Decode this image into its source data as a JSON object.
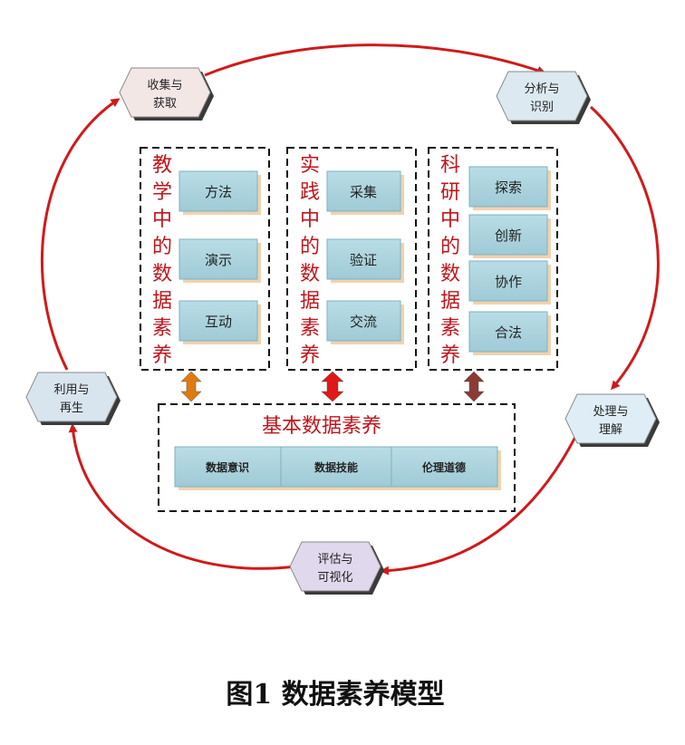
{
  "cycle": {
    "nodes": [
      {
        "line1": "收集与",
        "line2": "获取",
        "color": "#f3e7e6"
      },
      {
        "line1": "分析与",
        "line2": "识别",
        "color": "#dce9f1"
      },
      {
        "line1": "处理与",
        "line2": "理解",
        "color": "#dfeef6"
      },
      {
        "line1": "评估与",
        "line2": "可视化",
        "color": "#e0d8ec"
      },
      {
        "line1": "利用与",
        "line2": "再生",
        "color": "#d8e4ee"
      }
    ],
    "arrow_color": "#d01a1a"
  },
  "groups": [
    {
      "title": "教学中的数据素养",
      "items": [
        "方法",
        "演示",
        "互动"
      ]
    },
    {
      "title": "实践中的数据素养",
      "items": [
        "采集",
        "验证",
        "交流"
      ]
    },
    {
      "title": "科研中的数据素养",
      "items": [
        "探索",
        "创新",
        "协作",
        "合法"
      ]
    }
  ],
  "connector_colors": [
    "#e07a10",
    "#e01818",
    "#8b3a34"
  ],
  "basic": {
    "title": "基本数据素养",
    "segments": [
      "数据意识",
      "数据技能",
      "伦理道德"
    ]
  },
  "colors": {
    "box_fill": "#a9d3de",
    "box_stroke": "#7fb1c2",
    "title_red": "#c0141a"
  },
  "caption": "图1  数据素养模型"
}
